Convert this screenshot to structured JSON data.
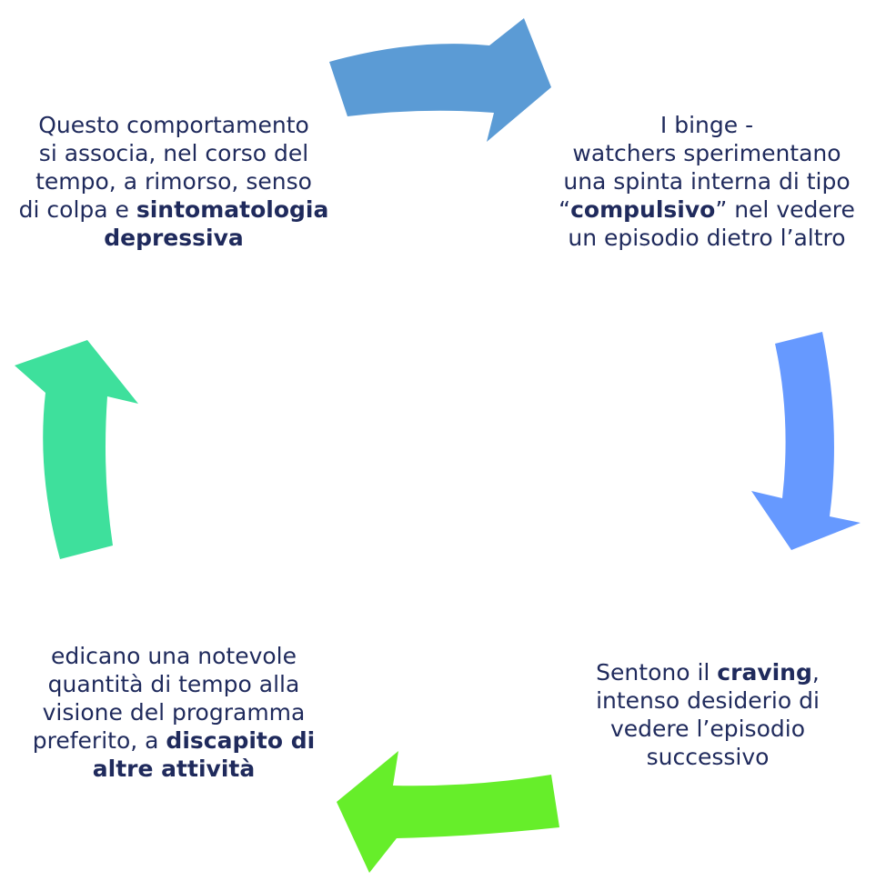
{
  "colors": {
    "text": "#1f2a5c",
    "arrow_top": "#5b9bd5",
    "arrow_right": "#6699ff",
    "arrow_bottom": "#66ee2a",
    "arrow_left": "#3ee09c"
  },
  "cycle": [
    {
      "id": "top-right",
      "lines": [
        [
          {
            "t": "I binge -",
            "b": false
          }
        ],
        [
          {
            "t": "watchers sperimentano",
            "b": false
          }
        ],
        [
          {
            "t": "una spinta interna di tipo",
            "b": false
          }
        ],
        [
          {
            "t": "“",
            "b": false
          },
          {
            "t": "compulsivo",
            "b": true
          },
          {
            "t": "” nel vedere",
            "b": false
          }
        ],
        [
          {
            "t": "un episodio dietro l’altro",
            "b": false
          }
        ]
      ]
    },
    {
      "id": "bottom-right",
      "lines": [
        [
          {
            "t": "Sentono il ",
            "b": false
          },
          {
            "t": "craving",
            "b": true
          },
          {
            "t": ",",
            "b": false
          }
        ],
        [
          {
            "t": "intenso desiderio di",
            "b": false
          }
        ],
        [
          {
            "t": "vedere l’episodio",
            "b": false
          }
        ],
        [
          {
            "t": "successivo",
            "b": false
          }
        ]
      ]
    },
    {
      "id": "bottom-left",
      "lines": [
        [
          {
            "t": "edicano una notevole",
            "b": false
          }
        ],
        [
          {
            "t": "quantità di tempo alla",
            "b": false
          }
        ],
        [
          {
            "t": "visione del programma",
            "b": false
          }
        ],
        [
          {
            "t": "preferito, a ",
            "b": false
          },
          {
            "t": "discapito di",
            "b": true
          }
        ],
        [
          {
            "t": "altre attività",
            "b": true
          }
        ]
      ]
    },
    {
      "id": "top-left",
      "lines": [
        [
          {
            "t": "Questo comportamento",
            "b": false
          }
        ],
        [
          {
            "t": "si associa, nel corso del",
            "b": false
          }
        ],
        [
          {
            "t": "tempo, a rimorso, senso",
            "b": false
          }
        ],
        [
          {
            "t": "di colpa e ",
            "b": false
          },
          {
            "t": "sintomatologia",
            "b": true
          }
        ],
        [
          {
            "t": "depressiva",
            "b": true
          }
        ]
      ]
    }
  ]
}
